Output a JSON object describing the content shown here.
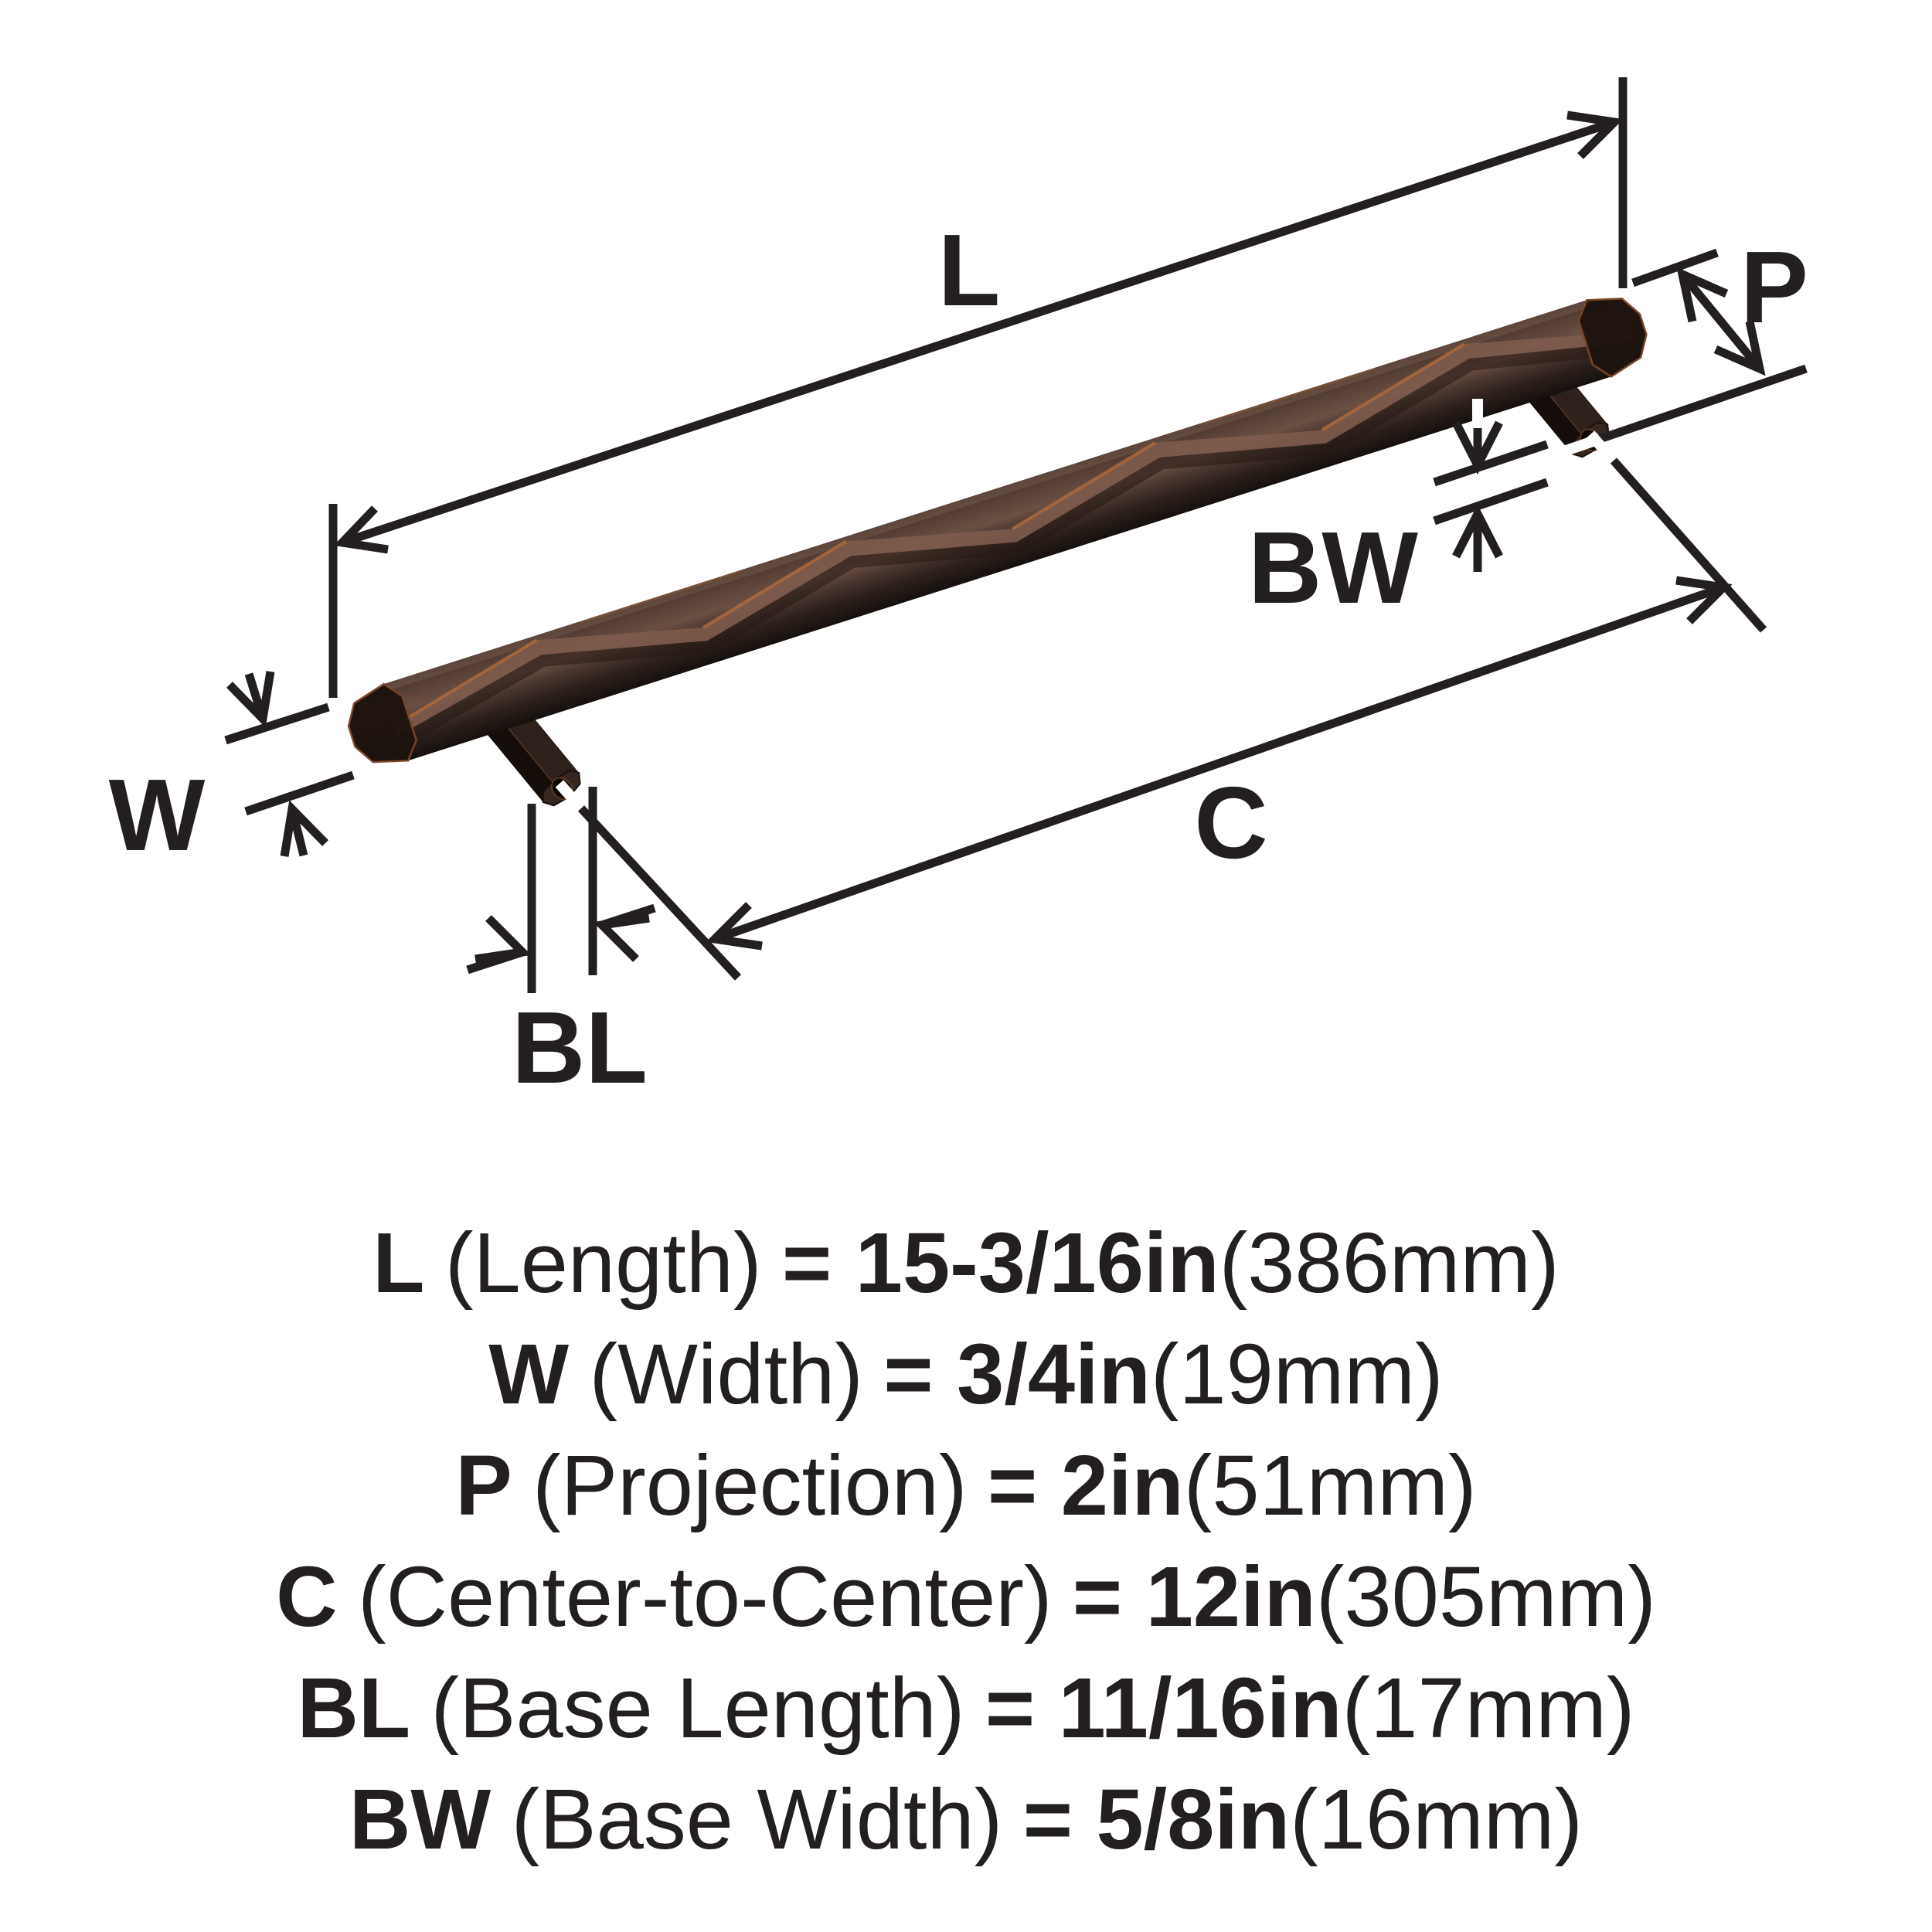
{
  "diagram": {
    "labels": {
      "L": "L",
      "W": "W",
      "P": "P",
      "C": "C",
      "BL": "BL",
      "BW": "BW"
    }
  },
  "specs": [
    {
      "sym": "L",
      "name": "(Length)",
      "eqval": "= 15-3/16in",
      "met": "(386mm)"
    },
    {
      "sym": "W",
      "name": "(Width)",
      "eqval": "= 3/4in",
      "met": "(19mm)"
    },
    {
      "sym": "P",
      "name": "(Projection)",
      "eqval": "= 2in",
      "met": "(51mm)"
    },
    {
      "sym": "C",
      "name": "(Center-to-Center)",
      "eqval": "= 12in",
      "met": "(305mm)"
    },
    {
      "sym": "BL",
      "name": "(Base Length)",
      "eqval": "= 11/16in",
      "met": "(17mm)"
    },
    {
      "sym": "BW",
      "name": "(Base Width)",
      "eqval": "= 5/8in",
      "met": "(16mm)"
    }
  ],
  "colors": {
    "ink": "#231f20",
    "background": "#ffffff",
    "finish_dark": "#2e211c",
    "finish_mid": "#6b4f43",
    "finish_light": "#7d5b4c",
    "copper_accent": "#b06a39"
  }
}
